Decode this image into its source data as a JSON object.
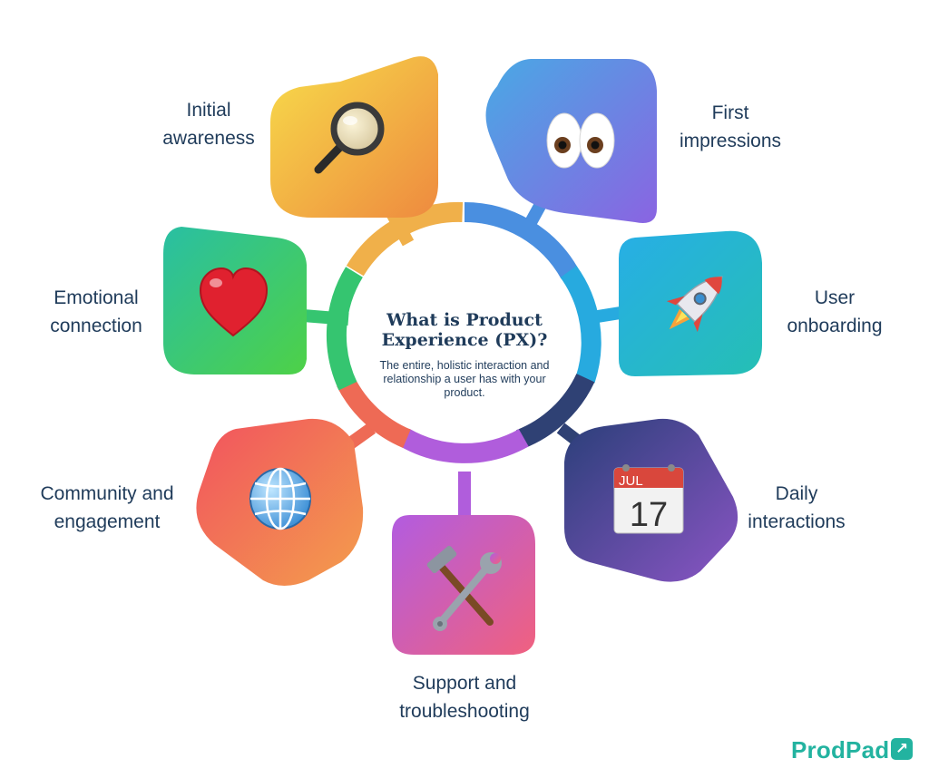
{
  "center": {
    "title": "What is Product Experience (PX)?",
    "subtitle": "The entire, holistic interaction and relationship a user has with your product."
  },
  "stages": [
    {
      "id": "initial-awareness",
      "label_lines": [
        "Initial",
        "awareness"
      ],
      "icon": "magnifying-glass-icon",
      "gradient": [
        "#f7dc4a",
        "#ee8a3f"
      ],
      "ring_color": "#f0b04a"
    },
    {
      "id": "first-impressions",
      "label_lines": [
        "First",
        "impressions"
      ],
      "icon": "eyes-icon",
      "gradient": [
        "#49a9e4",
        "#8a64e2"
      ],
      "ring_color": "#4a8fe0"
    },
    {
      "id": "user-onboarding",
      "label_lines": [
        "User",
        "onboarding"
      ],
      "icon": "rocket-icon",
      "gradient": [
        "#27aee6",
        "#25bfb4"
      ],
      "ring_color": "#27aadf"
    },
    {
      "id": "daily-interactions",
      "label_lines": [
        "Daily",
        "interactions"
      ],
      "icon": "calendar-icon",
      "gradient": [
        "#2a3f79",
        "#8a55c4"
      ],
      "ring_color": "#2f4174"
    },
    {
      "id": "support-troubleshooting",
      "label_lines": [
        "Support and",
        "troubleshooting"
      ],
      "icon": "hammer-and-wrench-icon",
      "gradient": [
        "#b25ce0",
        "#f0617f"
      ],
      "ring_color": "#b05ddc"
    },
    {
      "id": "community-engagement",
      "label_lines": [
        "Community and",
        "engagement"
      ],
      "icon": "globe-icon",
      "gradient": [
        "#f2525f",
        "#f39e4c"
      ],
      "ring_color": "#ee6a55"
    },
    {
      "id": "emotional-connection",
      "label_lines": [
        "Emotional",
        "connection"
      ],
      "icon": "heart-icon",
      "gradient": [
        "#29bfa3",
        "#4ed147"
      ],
      "ring_color": "#35c570"
    }
  ],
  "calendar": {
    "month": "JUL",
    "day": "17"
  },
  "brand": {
    "name": "ProdPad"
  }
}
